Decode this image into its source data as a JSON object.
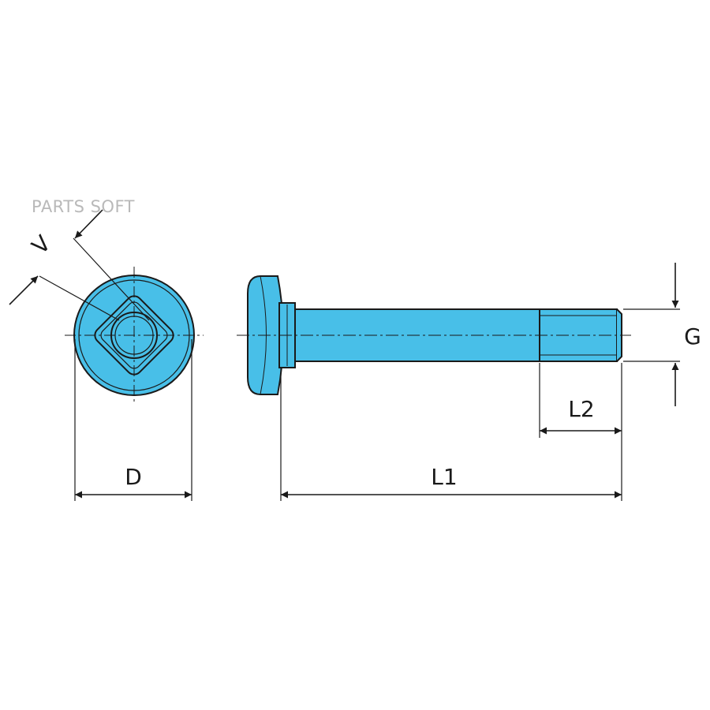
{
  "watermark": "PARTS SOFT",
  "colors": {
    "part_fill": "#48bfe8",
    "outline": "#1a1a1a",
    "background": "#ffffff",
    "watermark": "#b9b9b9"
  },
  "labels": {
    "v": "V",
    "d": "D",
    "g": "G",
    "l1": "L1",
    "l2": "L2"
  }
}
